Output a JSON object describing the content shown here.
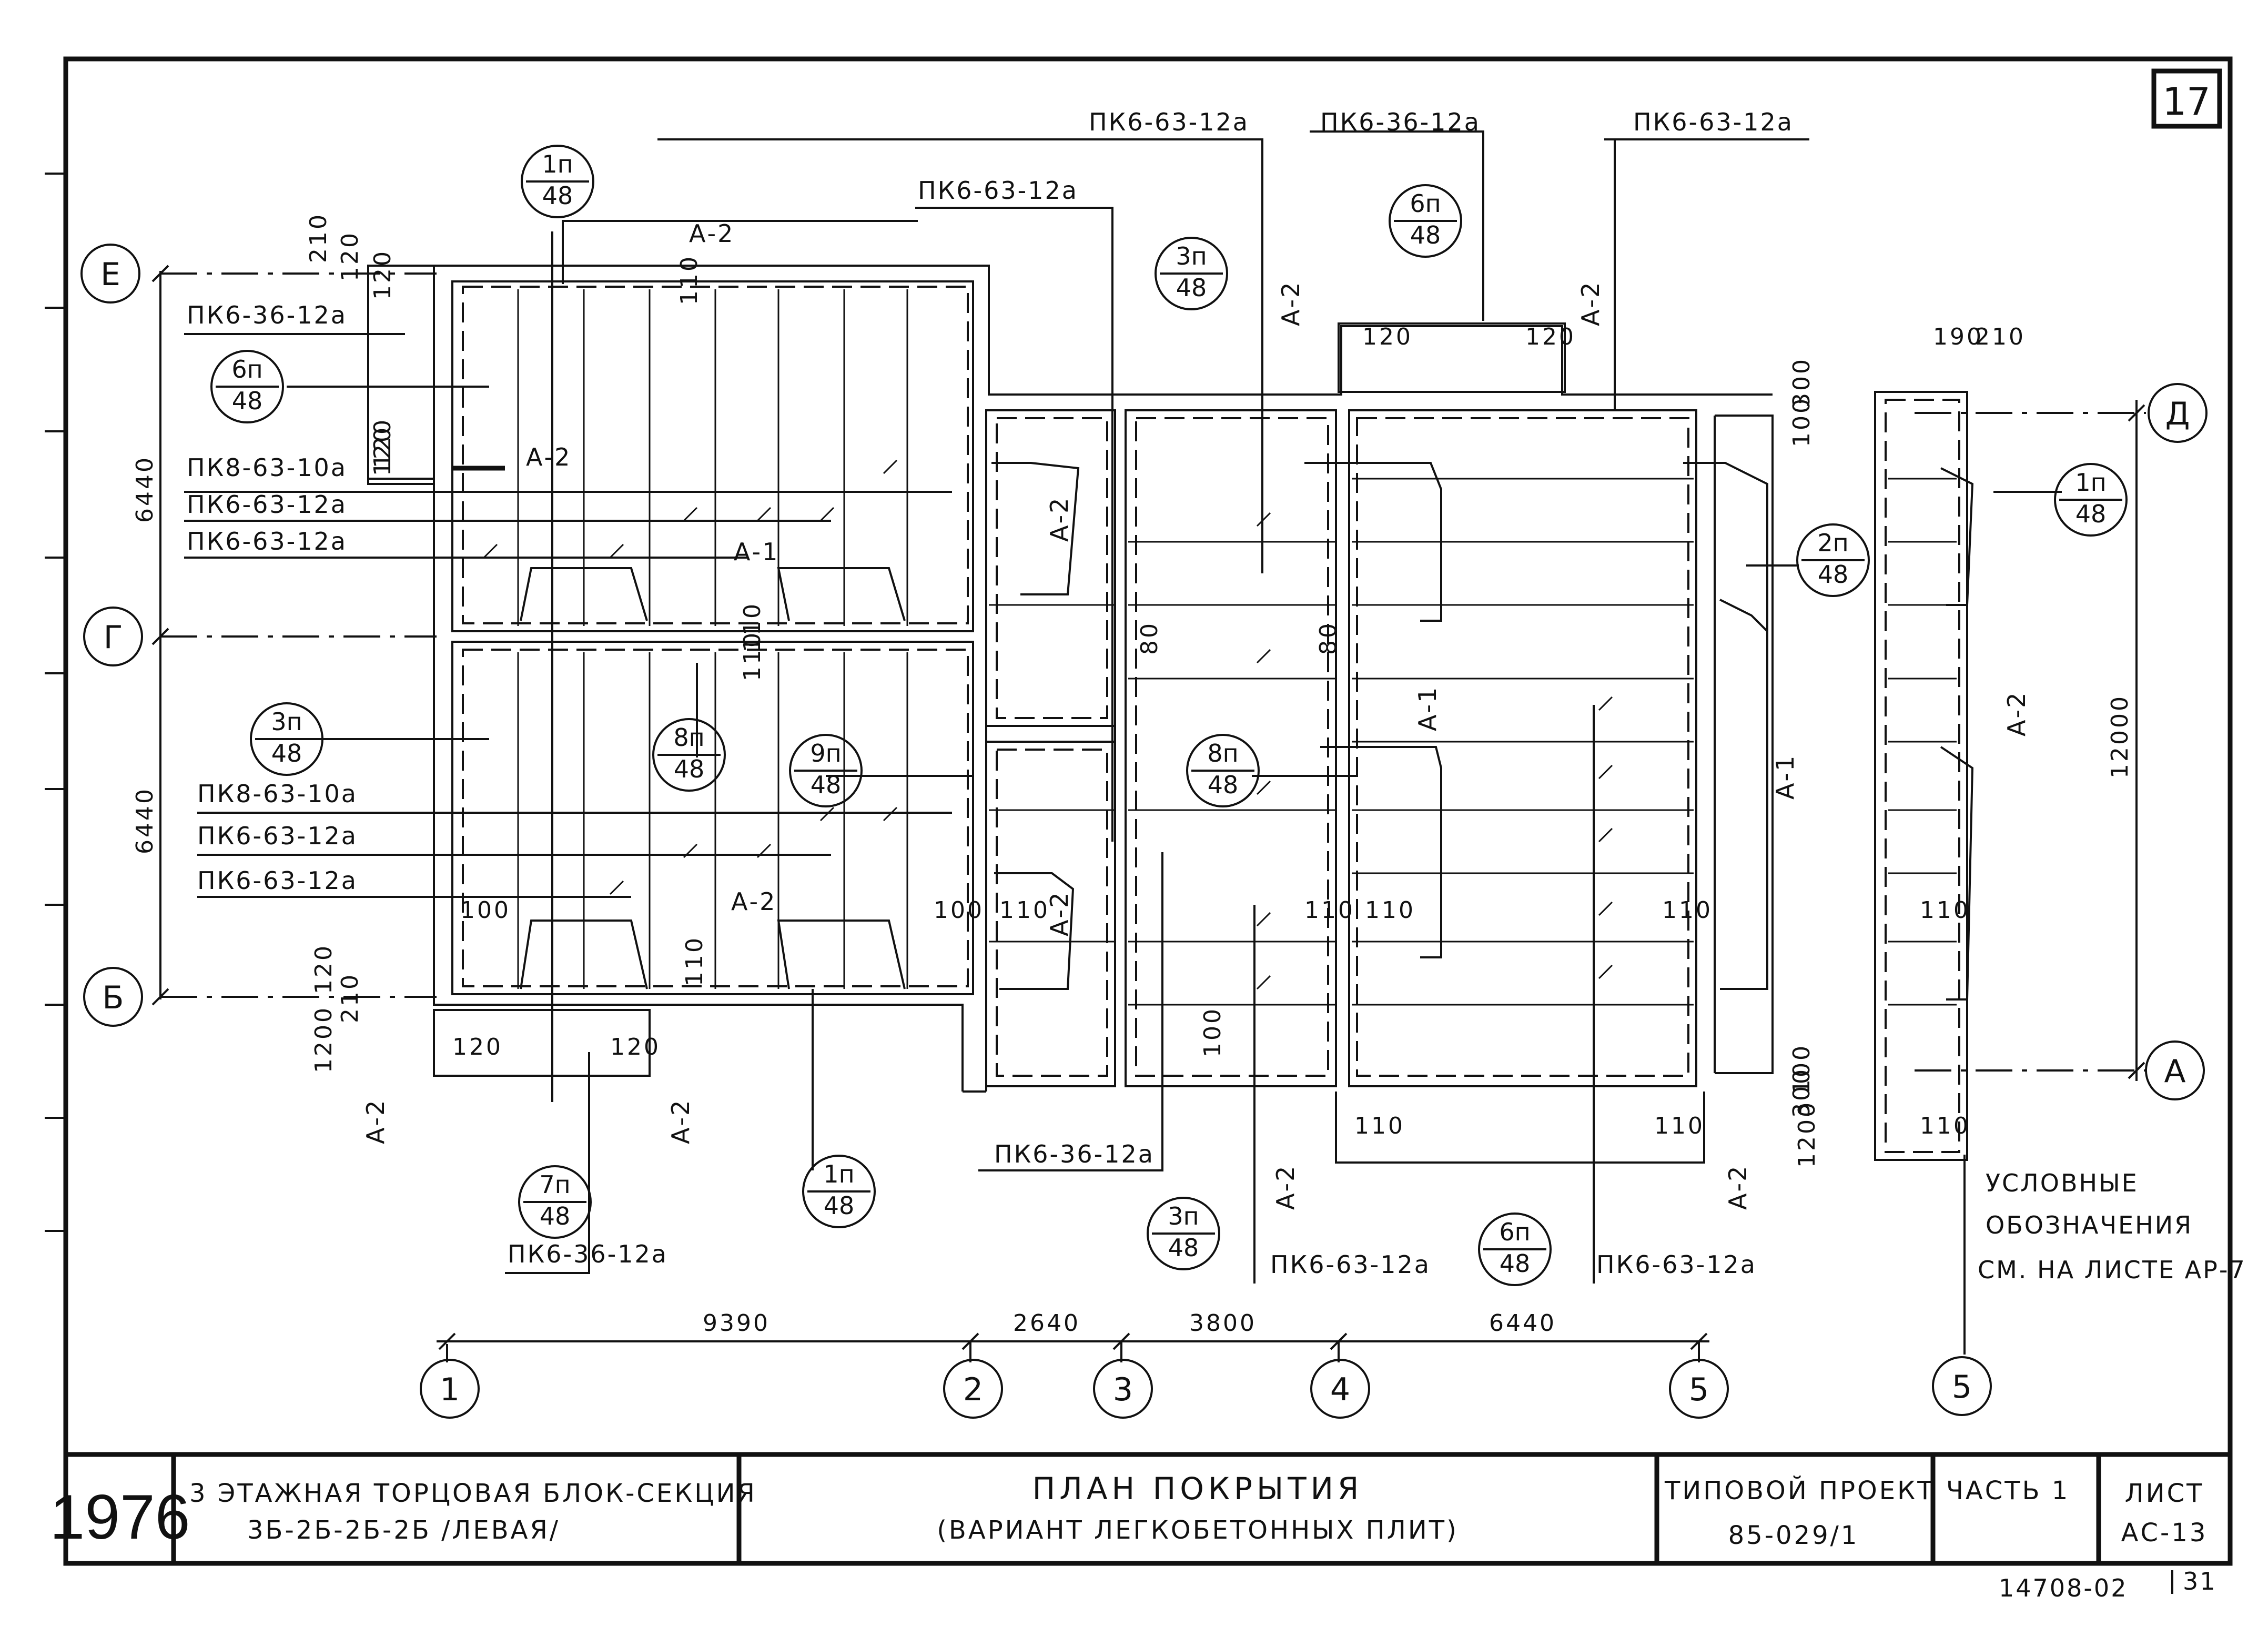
{
  "sheet_number": "17",
  "axes": {
    "left_letters": [
      {
        "id": "E",
        "label": "Е"
      },
      {
        "id": "G",
        "label": "Г"
      },
      {
        "id": "B",
        "label": "Б"
      }
    ],
    "right_letters": [
      {
        "id": "D",
        "label": "Д"
      },
      {
        "id": "A",
        "label": "А"
      }
    ],
    "bottom_numbers": [
      {
        "id": "1",
        "label": "1"
      },
      {
        "id": "2",
        "label": "2"
      },
      {
        "id": "3",
        "label": "3"
      },
      {
        "id": "4",
        "label": "4"
      },
      {
        "id": "5",
        "label": "5"
      },
      {
        "id": "5b",
        "label": "5"
      }
    ]
  },
  "dimensions": {
    "left_upper": "6440",
    "left_lower": "6440",
    "right_total": "12000",
    "bottom": [
      "9390",
      "2640",
      "3800",
      "6440"
    ],
    "small": {
      "d210a": "210",
      "d120a": "120",
      "d120b": "120",
      "d120c": "120",
      "d190": "190",
      "d210b": "210",
      "d110a": "110",
      "d110b": "110",
      "d110c": "110",
      "d110d": "110",
      "d110e": "110",
      "d110f": "110",
      "d110g": "110",
      "d110h": "110",
      "d110i": "110",
      "d110j": "110",
      "d110k": "110",
      "d100a": "100",
      "d100b": "100",
      "d100c": "100",
      "d100d": "100",
      "d100e": "100",
      "d80a": "80",
      "d80b": "80",
      "d300a": "300",
      "d300b": "300",
      "d1200a": "1200",
      "d1200b": "1200",
      "d120d": "120",
      "d120e": "120",
      "d120f": "120",
      "d120g": "120",
      "d120h": "120",
      "d120i": "120",
      "d210c": "210",
      "d110l": "110"
    }
  },
  "labels": {
    "pk_top1": "ПК6-63-12а",
    "pk_top2": "ПК6-36-12а",
    "pk_top3": "ПК6-63-12а",
    "pk_top4": "ПК6-63-12а",
    "pk_l1": "ПК6-36-12а",
    "pk_l2": "ПК8-63-10а",
    "pk_l3": "ПК6-63-12а",
    "pk_l4": "ПК6-63-12а",
    "pk_l5": "ПК8-63-10а",
    "pk_l6": "ПК6-63-12а",
    "pk_l7": "ПК6-63-12а",
    "pk_b1": "ПК6-36-12а",
    "pk_b2": "ПК6-36-12а",
    "pk_b3": "ПК6-63-12а",
    "pk_b4": "ПК6-63-12а",
    "a2_top": "А-2",
    "a2_left": "А-2",
    "a1_mid": "А-1",
    "a2_lower": "А-2",
    "a2_v1": "А-2",
    "a2_v2": "А-2",
    "a2_v3": "А-2",
    "a2_v4": "А-2",
    "a2_v5": "А-2",
    "a2_v6": "А-2",
    "a2_v7": "А-2",
    "a2_v8": "А-2",
    "a2_v9": "А-2",
    "a1_v1": "А-1",
    "a1_v2": "А-1"
  },
  "bubbles": [
    {
      "id": "b1",
      "top": "1п",
      "bottom": "48"
    },
    {
      "id": "b2",
      "top": "6п",
      "bottom": "48"
    },
    {
      "id": "b3",
      "top": "3п",
      "bottom": "48"
    },
    {
      "id": "b4",
      "top": "6п",
      "bottom": "48"
    },
    {
      "id": "b5",
      "top": "3п",
      "bottom": "48"
    },
    {
      "id": "b6",
      "top": "8п",
      "bottom": "48"
    },
    {
      "id": "b7",
      "top": "9п",
      "bottom": "48"
    },
    {
      "id": "b8",
      "top": "8п",
      "bottom": "48"
    },
    {
      "id": "b9",
      "top": "2п",
      "bottom": "48"
    },
    {
      "id": "b10",
      "top": "1п",
      "bottom": "48"
    },
    {
      "id": "b11",
      "top": "7п",
      "bottom": "48"
    },
    {
      "id": "b12",
      "top": "1п",
      "bottom": "48"
    },
    {
      "id": "b13",
      "top": "3п",
      "bottom": "48"
    },
    {
      "id": "b14",
      "top": "6п",
      "bottom": "48"
    }
  ],
  "legend": {
    "line1": "УСЛОВНЫЕ",
    "line2": "ОБОЗНАЧЕНИЯ",
    "line3": "СМ. НА ЛИСТЕ АР-7"
  },
  "title_block": {
    "year": "1976",
    "project_line1": "3 ЭТАЖНАЯ ТОРЦОВАЯ БЛОК-СЕКЦИЯ",
    "project_line2": "3Б-2Б-2Б-2Б   /ЛЕВАЯ/",
    "title_line1": "ПЛАН ПОКРЫТИЯ",
    "title_line2": "(ВАРИАНТ ЛЕГКОБЕТОННЫХ ПЛИТ)",
    "type_project_label": "ТИПОВОЙ ПРОЕКТ",
    "type_project_number": "85-029/1",
    "part_label": "ЧАСТЬ 1",
    "sheet_label": "ЛИСТ",
    "sheet_code": "АС-13"
  },
  "footer": {
    "archive_number": "14708-02",
    "page_mark": "31"
  }
}
